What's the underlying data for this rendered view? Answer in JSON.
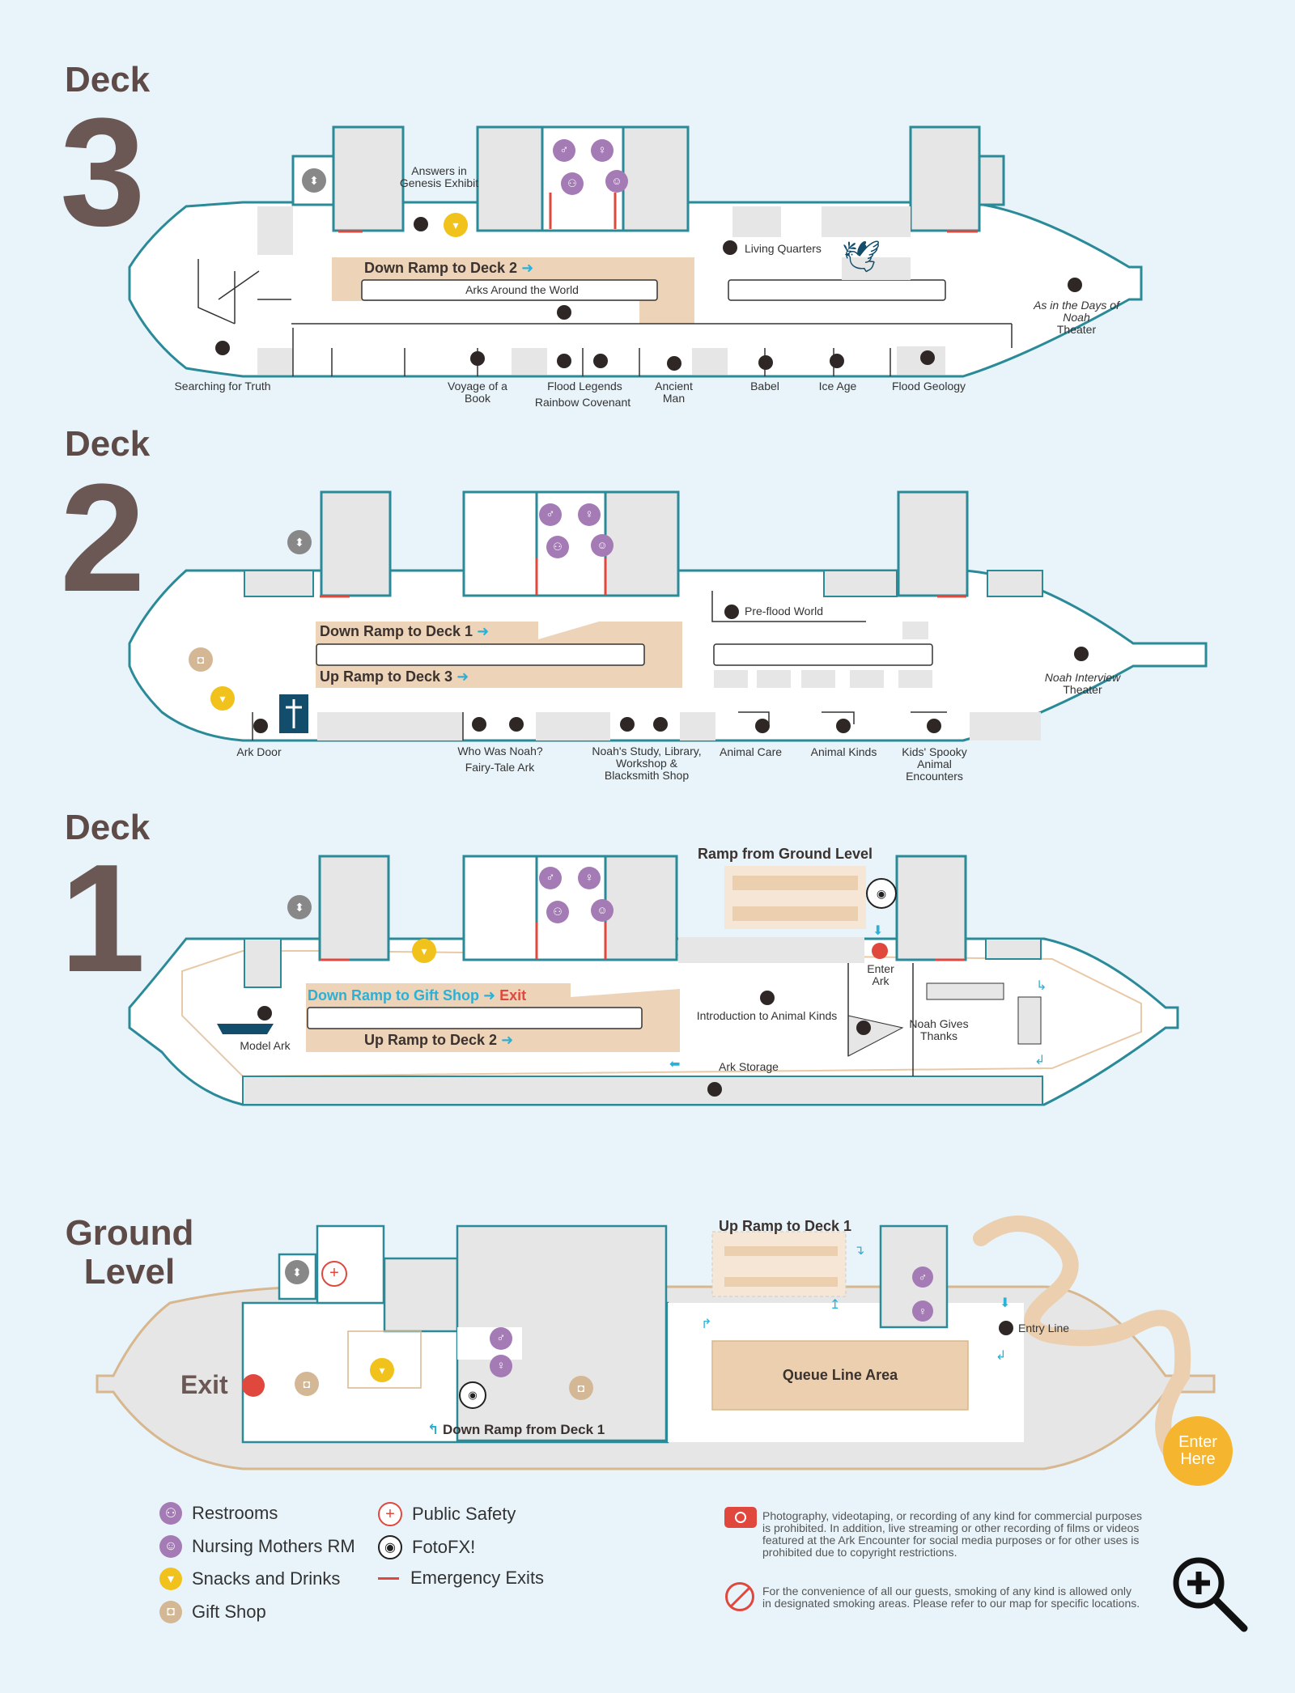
{
  "decks": {
    "deck3": {
      "word": "Deck",
      "num": "3"
    },
    "deck2": {
      "word": "Deck",
      "num": "2"
    },
    "deck1": {
      "word": "Deck",
      "num": "1"
    },
    "ground": {
      "line1": "Ground",
      "line2": "Level"
    }
  },
  "deck3_labels": {
    "answers": "Answers in Genesis Exhibit",
    "living": "Living Quarters",
    "ramp": "Down Ramp to Deck 2",
    "arks": "Arks Around the World",
    "days": "As in the Days of Noah",
    "theater": "Theater",
    "searching": "Searching for Truth",
    "voyage": "Voyage of a Book",
    "flood_legends": "Flood Legends",
    "rainbow": "Rainbow Covenant",
    "ancient": "Ancient Man",
    "babel": "Babel",
    "ice": "Ice Age",
    "geology": "Flood Geology"
  },
  "deck2_labels": {
    "ramp_down": "Down Ramp to Deck 1",
    "ramp_up": "Up Ramp to Deck 3",
    "preflood": "Pre-flood World",
    "noah_interview": "Noah Interview",
    "theater": "Theater",
    "ark_door": "Ark Door",
    "who": "Who Was Noah?",
    "fairy": "Fairy-Tale Ark",
    "study": "Noah's Study, Library, Workshop & Blacksmith Shop",
    "care": "Animal Care",
    "kinds": "Animal Kinds",
    "spooky": "Kids' Spooky Animal Encounters"
  },
  "deck1_labels": {
    "ramp_ground": "Ramp from Ground Level",
    "ramp_gift": "Down Ramp to Gift Shop",
    "exit": "Exit",
    "ramp_up": "Up Ramp to Deck 2",
    "enter_ark": "Enter Ark",
    "intro": "Introduction to Animal Kinds",
    "thanks": "Noah Gives Thanks",
    "model": "Model Ark",
    "storage": "Ark Storage"
  },
  "ground_labels": {
    "up_ramp": "Up Ramp to Deck 1",
    "entry": "Entry Line",
    "queue": "Queue Line Area",
    "exit": "Exit",
    "down_ramp": "Down Ramp from Deck 1",
    "enter_here": "Enter Here"
  },
  "legend": {
    "restrooms": "Restrooms",
    "nursing": "Nursing Mothers RM",
    "snacks": "Snacks and Drinks",
    "gift": "Gift Shop",
    "safety": "Public Safety",
    "fotofx": "FotoFX!",
    "exits": "Emergency Exits"
  },
  "notes": {
    "photo": "Photography, videotaping, or recording of any kind for commercial purposes is prohibited. In addition, live streaming or other recording of films or videos featured at the Ark Encounter for social media purposes or for other uses is prohibited due to copyright restrictions.",
    "smoking": "For the convenience of all our guests, smoking of any kind is allowed only in designated smoking areas. Please refer to our map for specific locations."
  },
  "colors": {
    "hull": "#2a8a98",
    "room": "#e6e6e6",
    "ramp": "#e8c9a6",
    "restroom": "#a57bb5",
    "snack": "#f1c21b",
    "gift": "#d4b896",
    "red": "#e0483e",
    "ground_hull": "#e7e7e7",
    "sand": "#ebcfae",
    "enter": "#f5b52e"
  },
  "icons": {
    "elevator": "elevator-icon",
    "restroom_m": "restroom-men-icon",
    "restroom_w": "restroom-women-icon",
    "family": "family-restroom-icon",
    "nursing": "nursing-icon",
    "snack": "cup-icon",
    "gift": "shopping-bag-icon",
    "camera": "camera-icon",
    "safety": "plus-icon",
    "cross": "cross-icon",
    "dove": "dove-icon",
    "boat": "boat-icon",
    "magnifier": "zoom-in-icon",
    "no_smoking": "no-smoking-icon"
  }
}
